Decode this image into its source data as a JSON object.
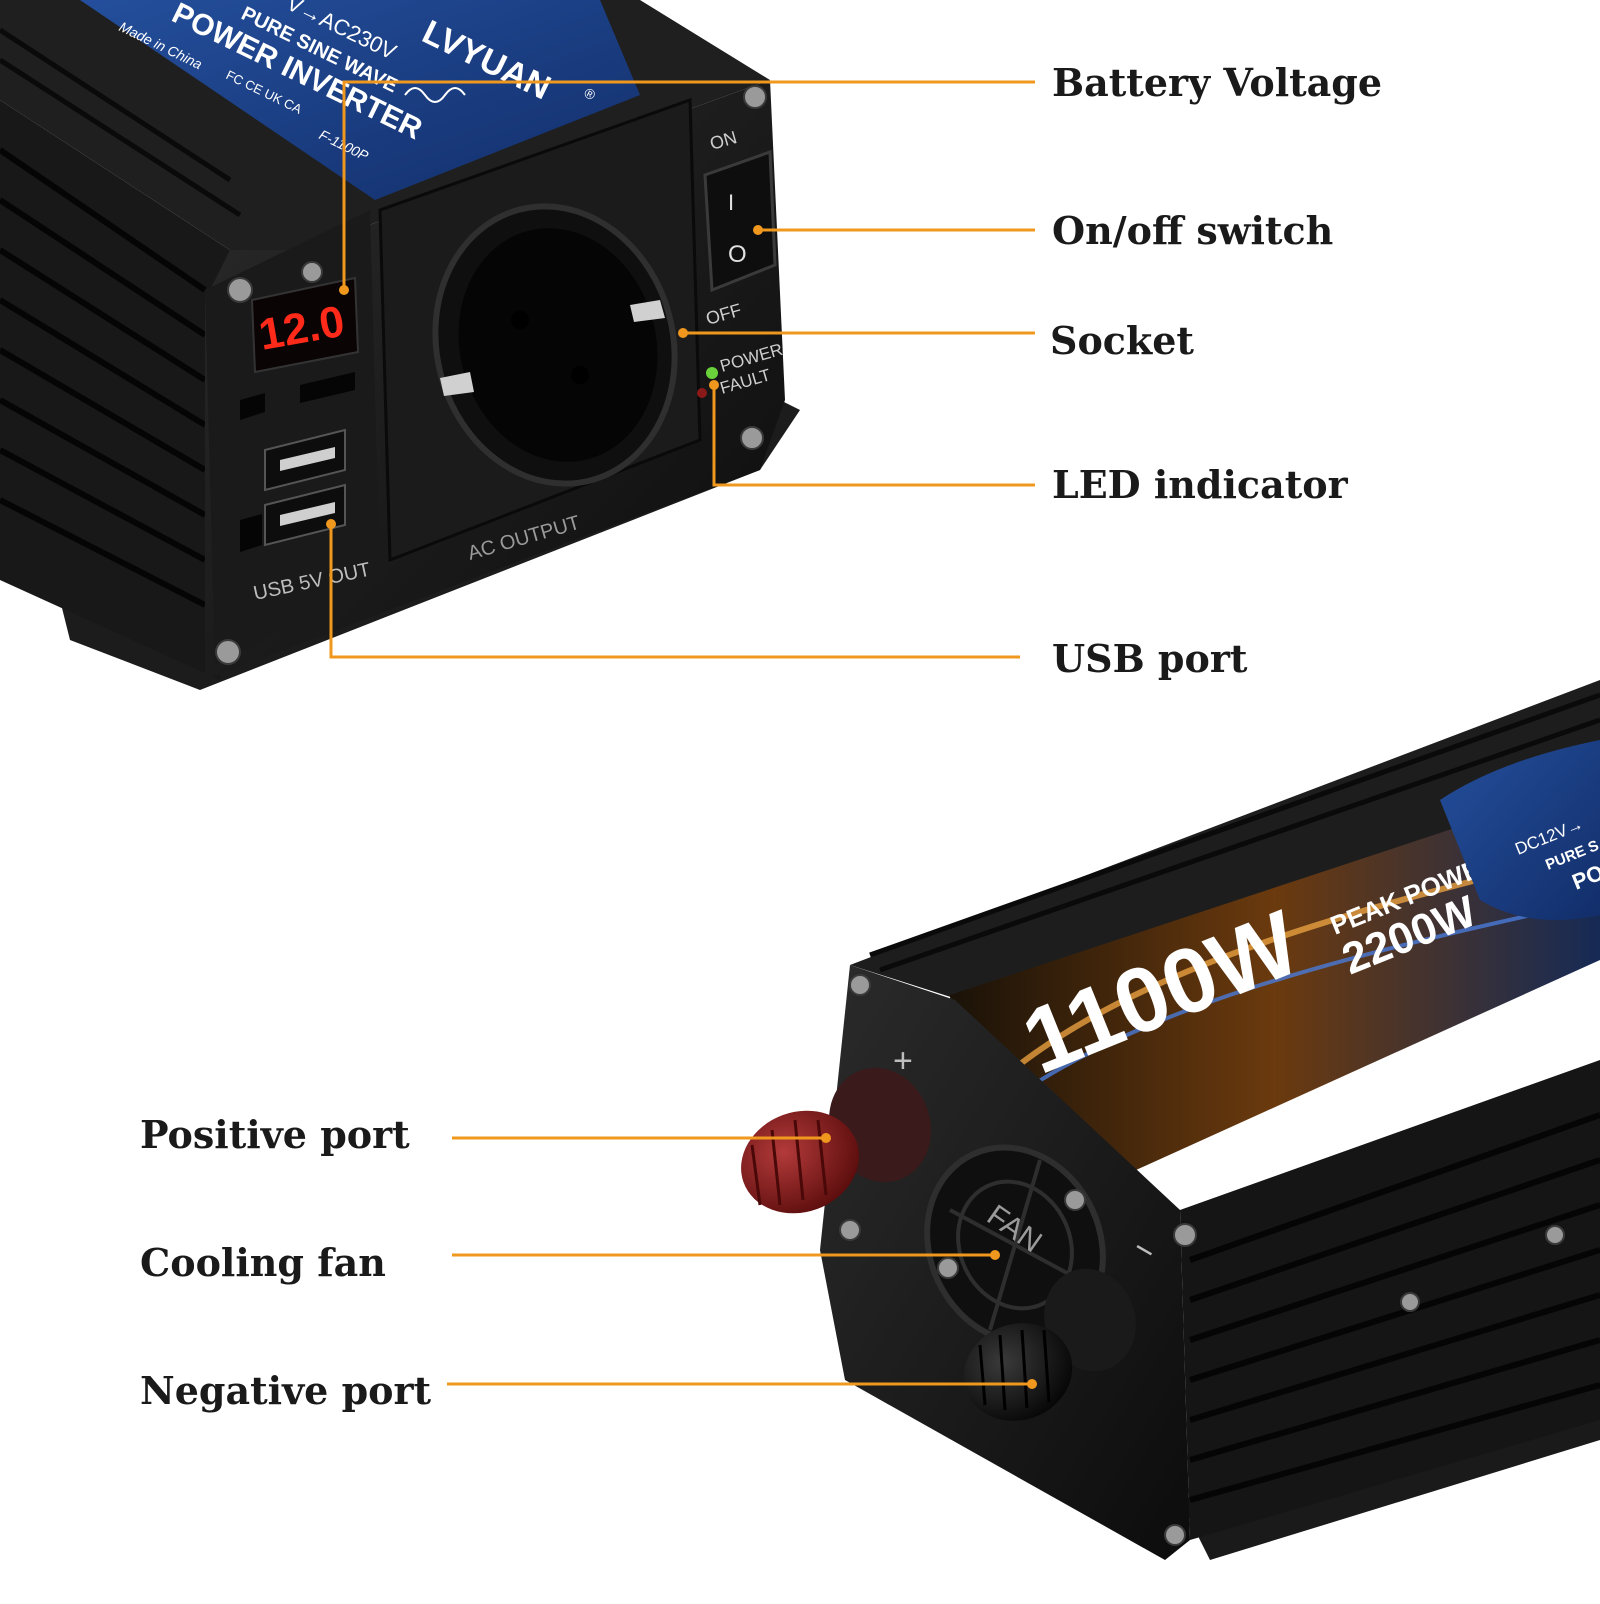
{
  "colors": {
    "leader": "#f0981e",
    "body": "#141414",
    "label_blue": "#1b3f86",
    "display_red": "#ff2a1a",
    "led_green": "#6ad23a",
    "cap_red": "#8a1a1a"
  },
  "callouts": {
    "battery_voltage": "Battery Voltage",
    "on_off_switch": "On/off switch",
    "socket": "Socket",
    "led_indicator": "LED indicator",
    "usb_port": "USB port",
    "positive_port": "Positive port",
    "cooling_fan": "Cooling fan",
    "negative_port": "Negative port"
  },
  "front_unit": {
    "brand": "LVYUAN",
    "registered": "®",
    "conversion": "V→AC230V",
    "wave": "PURE SINE WAVE",
    "product": "POWER INVERTER",
    "origin": "Made in China",
    "certs": "FC CE UK CA",
    "model": "F-1100P",
    "display_value": "12.0",
    "switch_on": "ON",
    "switch_off": "OFF",
    "switch_on_glyph": "I",
    "switch_off_glyph": "O",
    "led_power": "POWER",
    "led_fault": "FAULT",
    "ac_output": "AC OUTPUT",
    "usb_label": "USB 5V OUT"
  },
  "rear_unit": {
    "rated": "1100W",
    "peak_title": "PEAK POWER",
    "peak_value": "2200W",
    "label_conversion": "DC12V→",
    "label_wave": "PURE S",
    "label_product": "PO",
    "plus": "+",
    "minus": "−",
    "fan_text": "FAN"
  }
}
